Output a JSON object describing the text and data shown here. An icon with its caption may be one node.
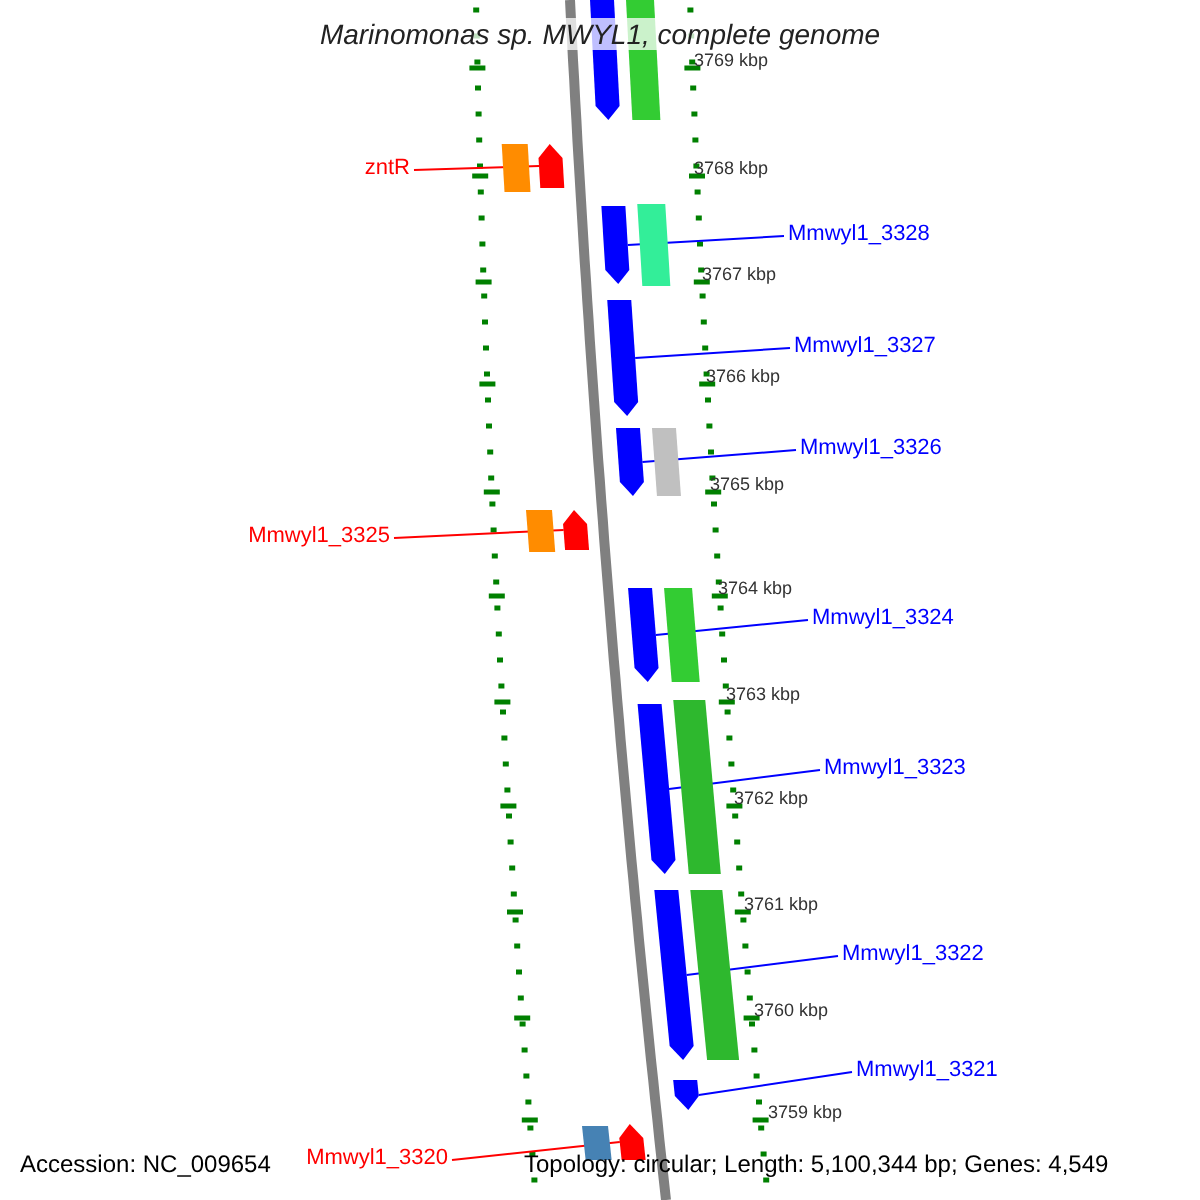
{
  "diagram": {
    "title": "Marinomonas sp. MWYL1, complete genome",
    "nodes": [
      {
        "text": [
          "zntR"
        ]
      },
      {
        "text": [],
        "shape": "arrow"
      },
      {
        "text": [
          "Mmwyl1_3328"
        ]
      },
      {
        "text": [],
        "shape": "arrow"
      },
      {
        "text": [
          "Mmwyl1_3327"
        ]
      },
      {
        "text": [],
        "shape": "arrow"
      },
      {
        "text": [
          "Mmwyl1_3326"
        ]
      },
      {
        "text": [],
        "shape": "arrow"
      },
      {
        "text": [
          "Mmwyl1_3325"
        ]
      },
      {
        "text": [],
        "shape": "arrow"
      },
      {
        "text": [
          "Mmwyl1_3324"
        ]
      },
      {
        "text": [],
        "shape": "arrow"
      },
      {
        "text": [
          "Mmwyl1_3323"
        ]
      },
      {
        "text": [],
        "shape": "arrow"
      },
      {
        "text": [
          "Mmwyl1_3322"
        ]
      },
      {
        "text": [],
        "shape": "arrow"
      },
      {
        "text": [
          "Mmwyl1_3321"
        ]
      },
      {
        "text": [],
        "shape": "arrow"
      },
      {
        "text": [
          "Mmwyl1_3320"
        ]
      },
      {
        "text": [],
        "shape": "arrow"
      },
      {
        "text": [],
        "shape": "bar"
      },
      {
        "text": [],
        "shape": "arrow"
      },
      {
        "text": [],
        "shape": "bar"
      },
      {
        "text": [],
        "shape": "bar"
      },
      {
        "text": [],
        "shape": "bar"
      },
      {
        "text": [],
        "shape": "bar"
      },
      {
        "text": [],
        "shape": "bar"
      },
      {
        "text": [],
        "shape": "bar"
      },
      {
        "text": [],
        "shape": "bar"
      },
      {
        "text": [],
        "shape": "bar"
      }
    ],
    "edges": [
      {
        "from": 0,
        "to": 1,
        "arrow": "none",
        "color": "#ff0000"
      },
      {
        "from": 2,
        "to": 3,
        "arrow": "none"
      },
      {
        "from": 4,
        "to": 5,
        "arrow": "none"
      },
      {
        "from": 6,
        "to": 7,
        "arrow": "none"
      },
      {
        "from": 8,
        "to": 9,
        "arrow": "none",
        "color": "#ff0000"
      },
      {
        "from": 10,
        "to": 11,
        "arrow": "none"
      },
      {
        "from": 12,
        "to": 13,
        "arrow": "none"
      },
      {
        "from": 14,
        "to": 15,
        "arrow": "none"
      },
      {
        "from": 16,
        "to": 17,
        "arrow": "none"
      },
      {
        "from": 18,
        "to": 19,
        "arrow": "none",
        "color": "#ff0000"
      }
    ],
    "labels": [
      "3769 kbp",
      "3768 kbp",
      "3767 kbp",
      "3766 kbp",
      "3765 kbp",
      "3764 kbp",
      "3763 kbp",
      "3762 kbp",
      "3761 kbp",
      "3760 kbp",
      "3759 kbp",
      "Accession: NC_009654",
      "Topology: circular; Length: 5,100,344 bp; Genes: 4,549"
    ]
  }
}
